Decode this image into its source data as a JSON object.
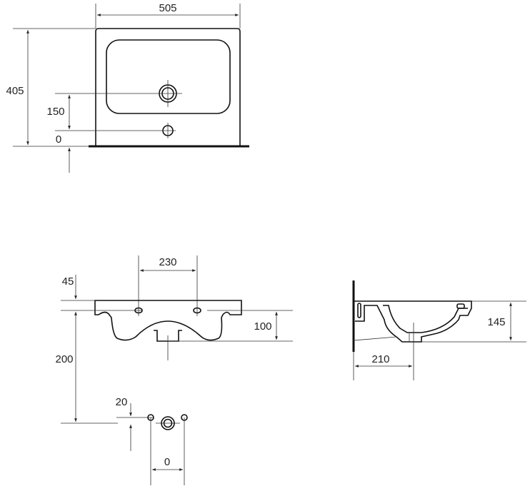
{
  "top_view": {
    "width": "505",
    "depth": "405",
    "drain_height": "150",
    "origin": "0"
  },
  "front_view": {
    "tap_spacing": "230",
    "rim_offset": "45",
    "bowl_depth": "100",
    "drain_to_outlet": "200",
    "outlet_offset": "20",
    "outlet_center": "0"
  },
  "side_view": {
    "height": "145",
    "drain_from_wall": "210"
  }
}
